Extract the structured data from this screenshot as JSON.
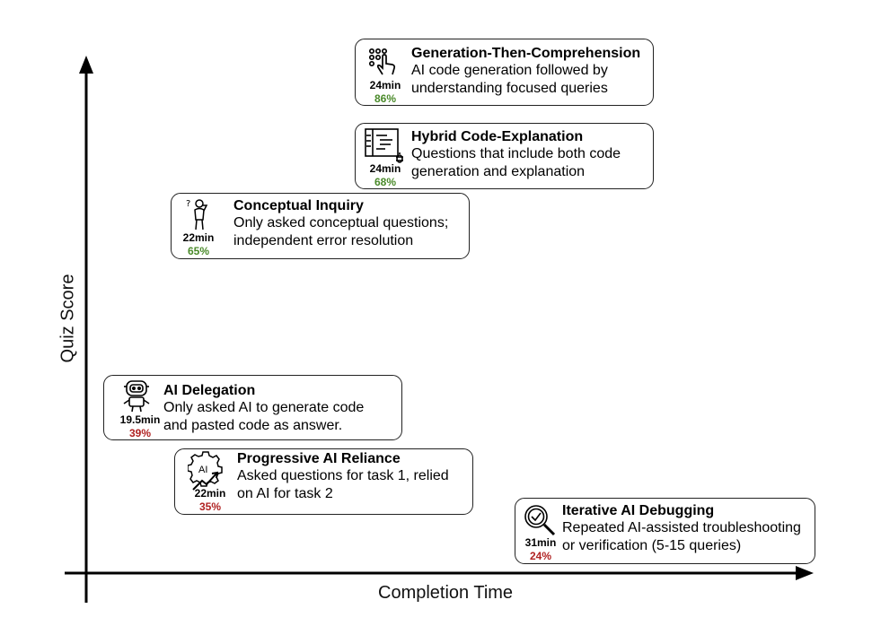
{
  "axes": {
    "x_label": "Completion Time",
    "y_label": "Quiz Score"
  },
  "cards": [
    {
      "title": "Generation-Then-Comprehension",
      "line1": "AI code generation followed by",
      "line2": "understanding focused queries",
      "time": "24min",
      "score": "86%",
      "icon": "hand-tap-icon",
      "score_color": "#4a8a2a"
    },
    {
      "title": "Hybrid Code-Explanation",
      "line1": "Questions that include both code",
      "line2": "generation and explanation",
      "time": "24min",
      "score": "68%",
      "icon": "code-document-bug-icon",
      "score_color": "#4a8a2a"
    },
    {
      "title": "Conceptual Inquiry",
      "line1": "Only asked conceptual questions;",
      "line2": "independent error resolution",
      "time": "22min",
      "score": "65%",
      "icon": "thinking-person-icon",
      "score_color": "#4a8a2a"
    },
    {
      "title": "AI Delegation",
      "line1": "Only asked AI to generate code",
      "line2": "and pasted code as answer.",
      "time": "19.5min",
      "score": "39%",
      "icon": "robot-icon",
      "score_color": "#b02222"
    },
    {
      "title": "Progressive AI Reliance",
      "line1": "Asked questions for task 1, relied",
      "line2": "on AI for task 2",
      "time": "22min",
      "score": "35%",
      "icon": "ai-gear-growth-icon",
      "score_color": "#b02222"
    },
    {
      "title": "Iterative AI Debugging",
      "line1": "Repeated AI-assisted troubleshooting",
      "line2": "or verification (5-15 queries)",
      "time": "31min",
      "score": "24%",
      "icon": "magnifier-check-icon",
      "score_color": "#b02222"
    }
  ]
}
